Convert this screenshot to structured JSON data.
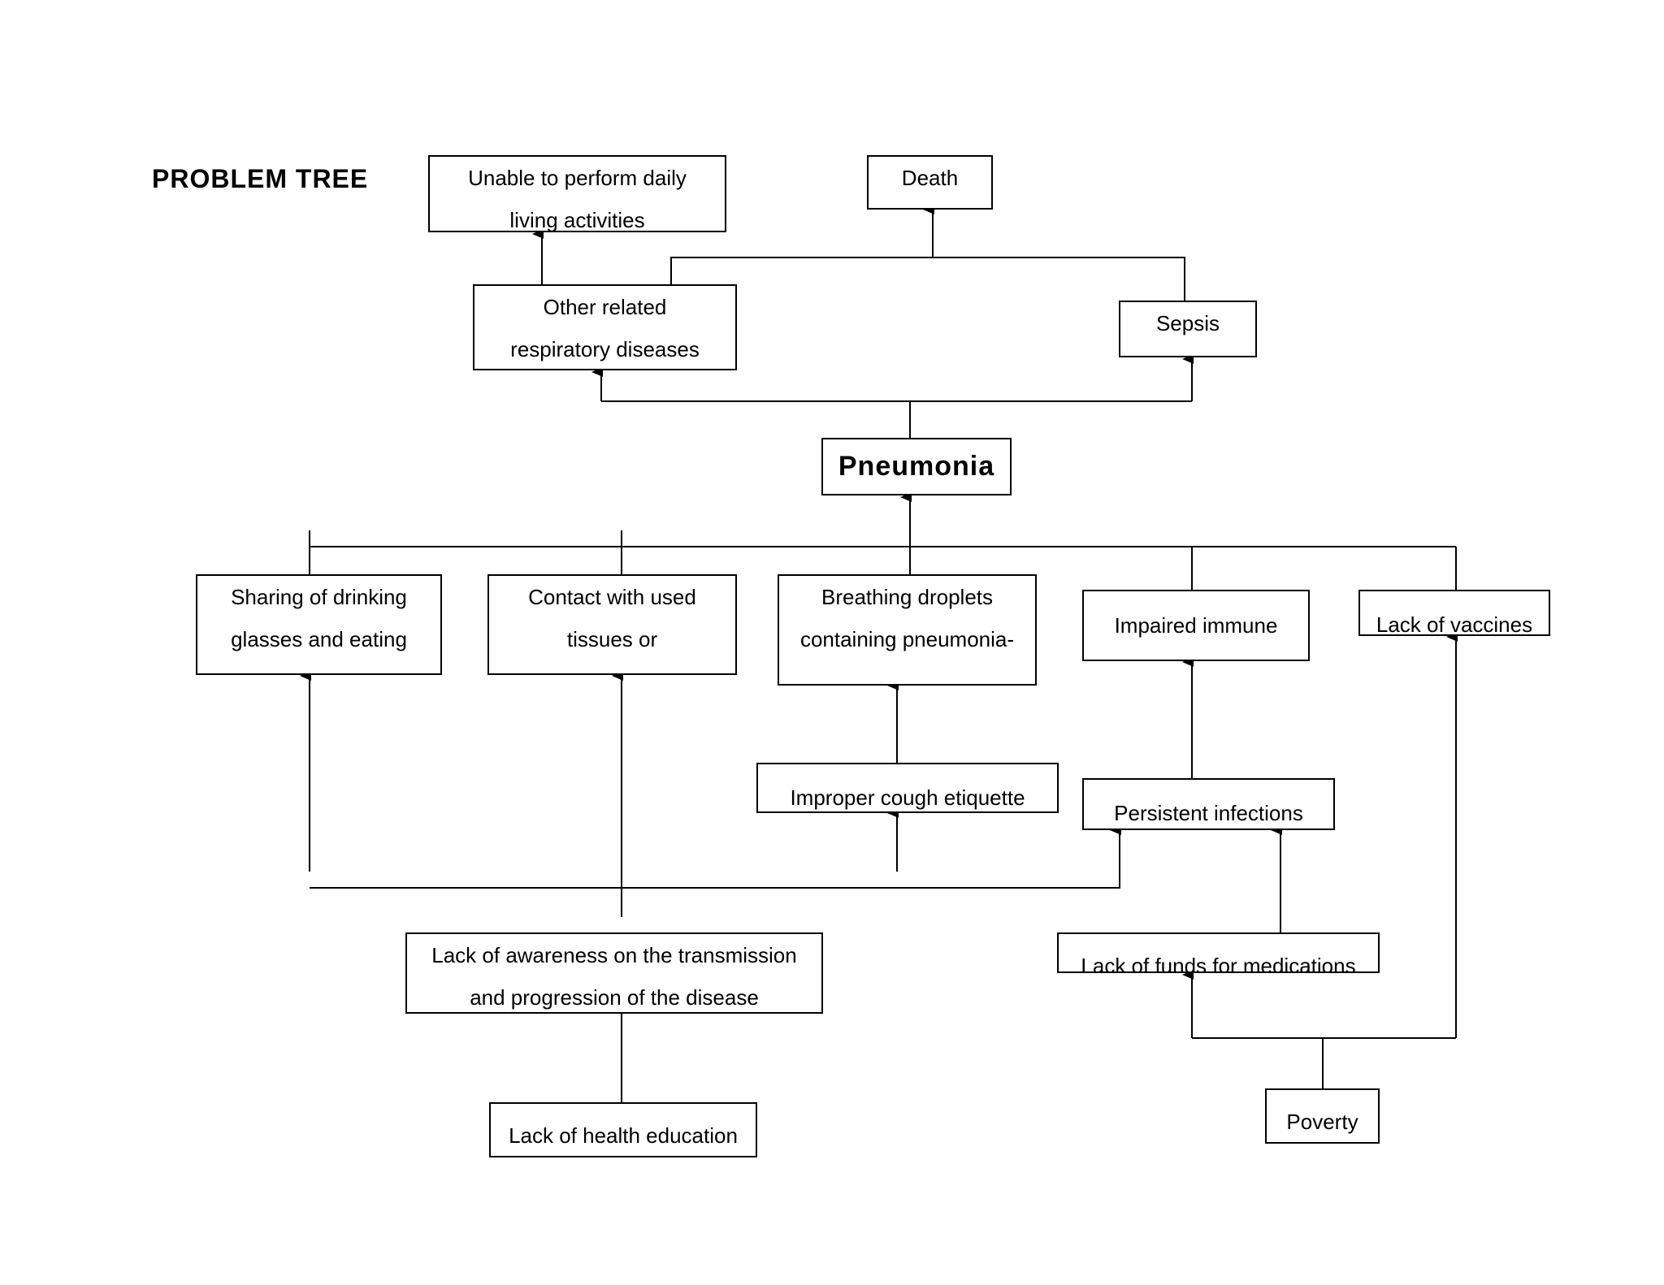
{
  "title": "PROBLEM TREE",
  "nodes": {
    "unable": [
      "Unable to perform daily",
      "living activities"
    ],
    "death": [
      "Death"
    ],
    "other_resp": [
      "Other related",
      "respiratory diseases"
    ],
    "sepsis": [
      "Sepsis"
    ],
    "pneumonia": [
      "Pneumonia"
    ],
    "sharing": [
      "Sharing of drinking",
      "glasses and eating"
    ],
    "contact": [
      "Contact with used",
      "tissues or"
    ],
    "breathing": [
      "Breathing droplets",
      "containing pneumonia-"
    ],
    "impaired": [
      "Impaired immune"
    ],
    "vaccines": [
      "Lack of vaccines"
    ],
    "cough": [
      "Improper cough etiquette"
    ],
    "persistent": [
      "Persistent infections"
    ],
    "awareness": [
      "Lack of awareness on the transmission",
      "and progression of the disease"
    ],
    "funds": [
      "Lack of funds for medications"
    ],
    "health_ed": [
      "Lack of health education"
    ],
    "poverty": [
      "Poverty"
    ]
  }
}
